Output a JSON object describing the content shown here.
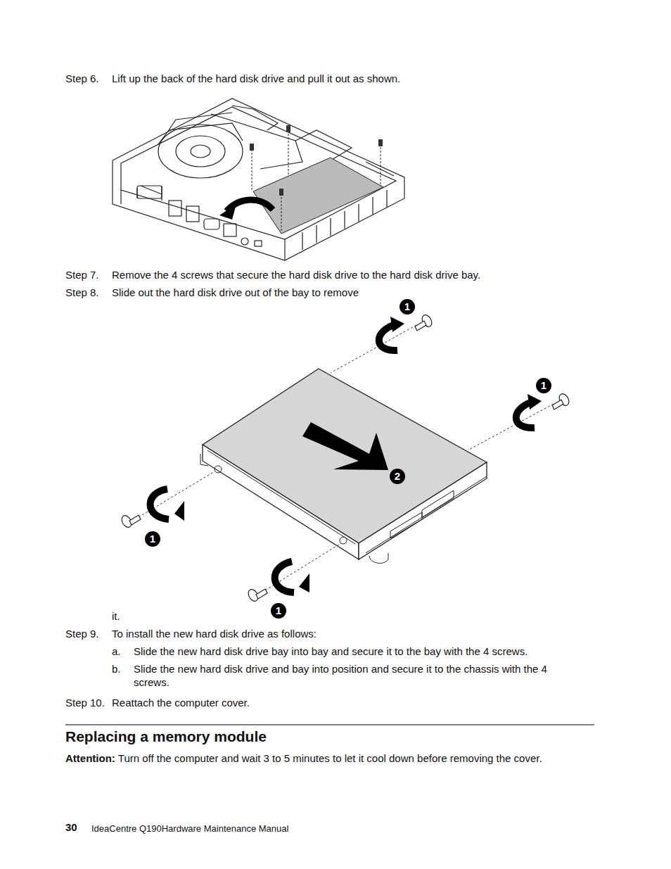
{
  "diagram": {
    "title": "Replacing a memory module",
    "labels": [
      "Step 6.",
      "Lift up the back of the hard disk drive and pull it out as shown.",
      "Step 7.",
      "Remove the 4 screws that secure the hard disk drive to the hard disk drive bay.",
      "Step 8.",
      "Slide out the hard disk drive out of the bay to remove",
      "1",
      "1",
      "2",
      "1",
      "1",
      "it.",
      "Step 9.",
      "To install the new hard disk drive as follows:",
      "a.",
      "Slide the new hard disk drive bay into bay and secure it to the bay with the 4 screws.",
      "b.",
      "Slide the new hard disk drive and bay into position and secure it to the chassis with the 4 screws.",
      "Step 10.",
      "Reattach the computer cover.",
      "Attention:",
      "Turn off the computer and wait 3 to 5 minutes to let it cool down before removing the cover.",
      "30",
      "IdeaCentre Q190Hardware Maintenance Manual"
    ]
  }
}
